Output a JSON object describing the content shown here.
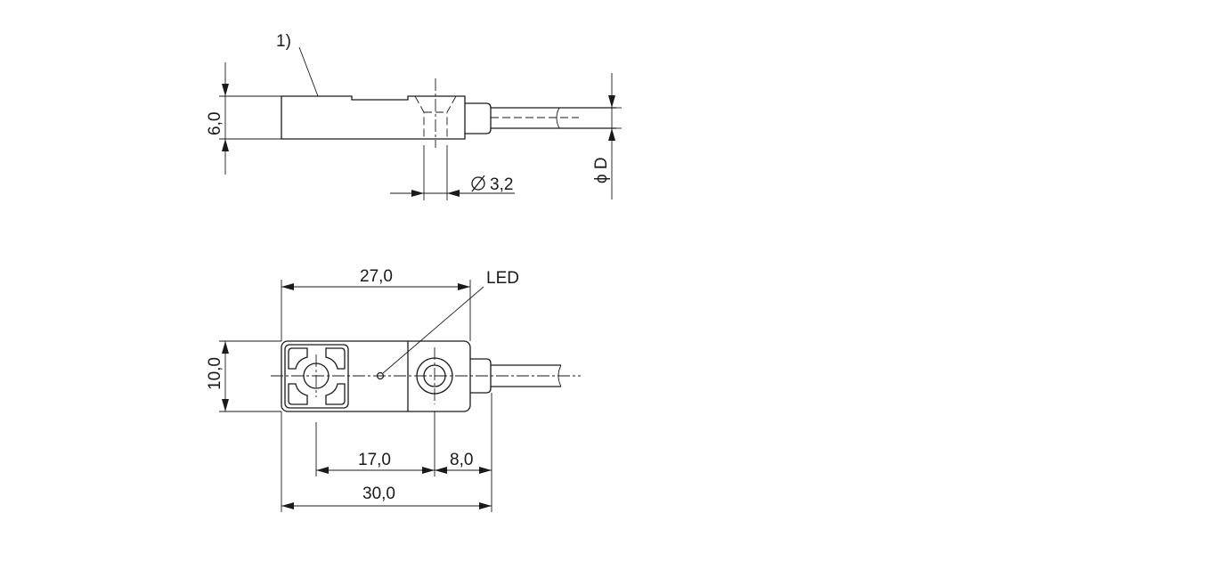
{
  "drawing": {
    "side_view": {
      "note_label": "1)",
      "height_dim": "6,0",
      "hole_dim": "3,2",
      "diameter_symbol": "∅",
      "cable_dim": "ϕ D"
    },
    "top_view": {
      "width_dim": "27,0",
      "led_label": "LED",
      "height_dim": "10,0",
      "hole_offset_dim": "17,0",
      "cable_offset_dim": "8,0",
      "total_length_dim": "30,0"
    },
    "colors": {
      "line": "#1a1a1a",
      "background": "#ffffff"
    }
  }
}
